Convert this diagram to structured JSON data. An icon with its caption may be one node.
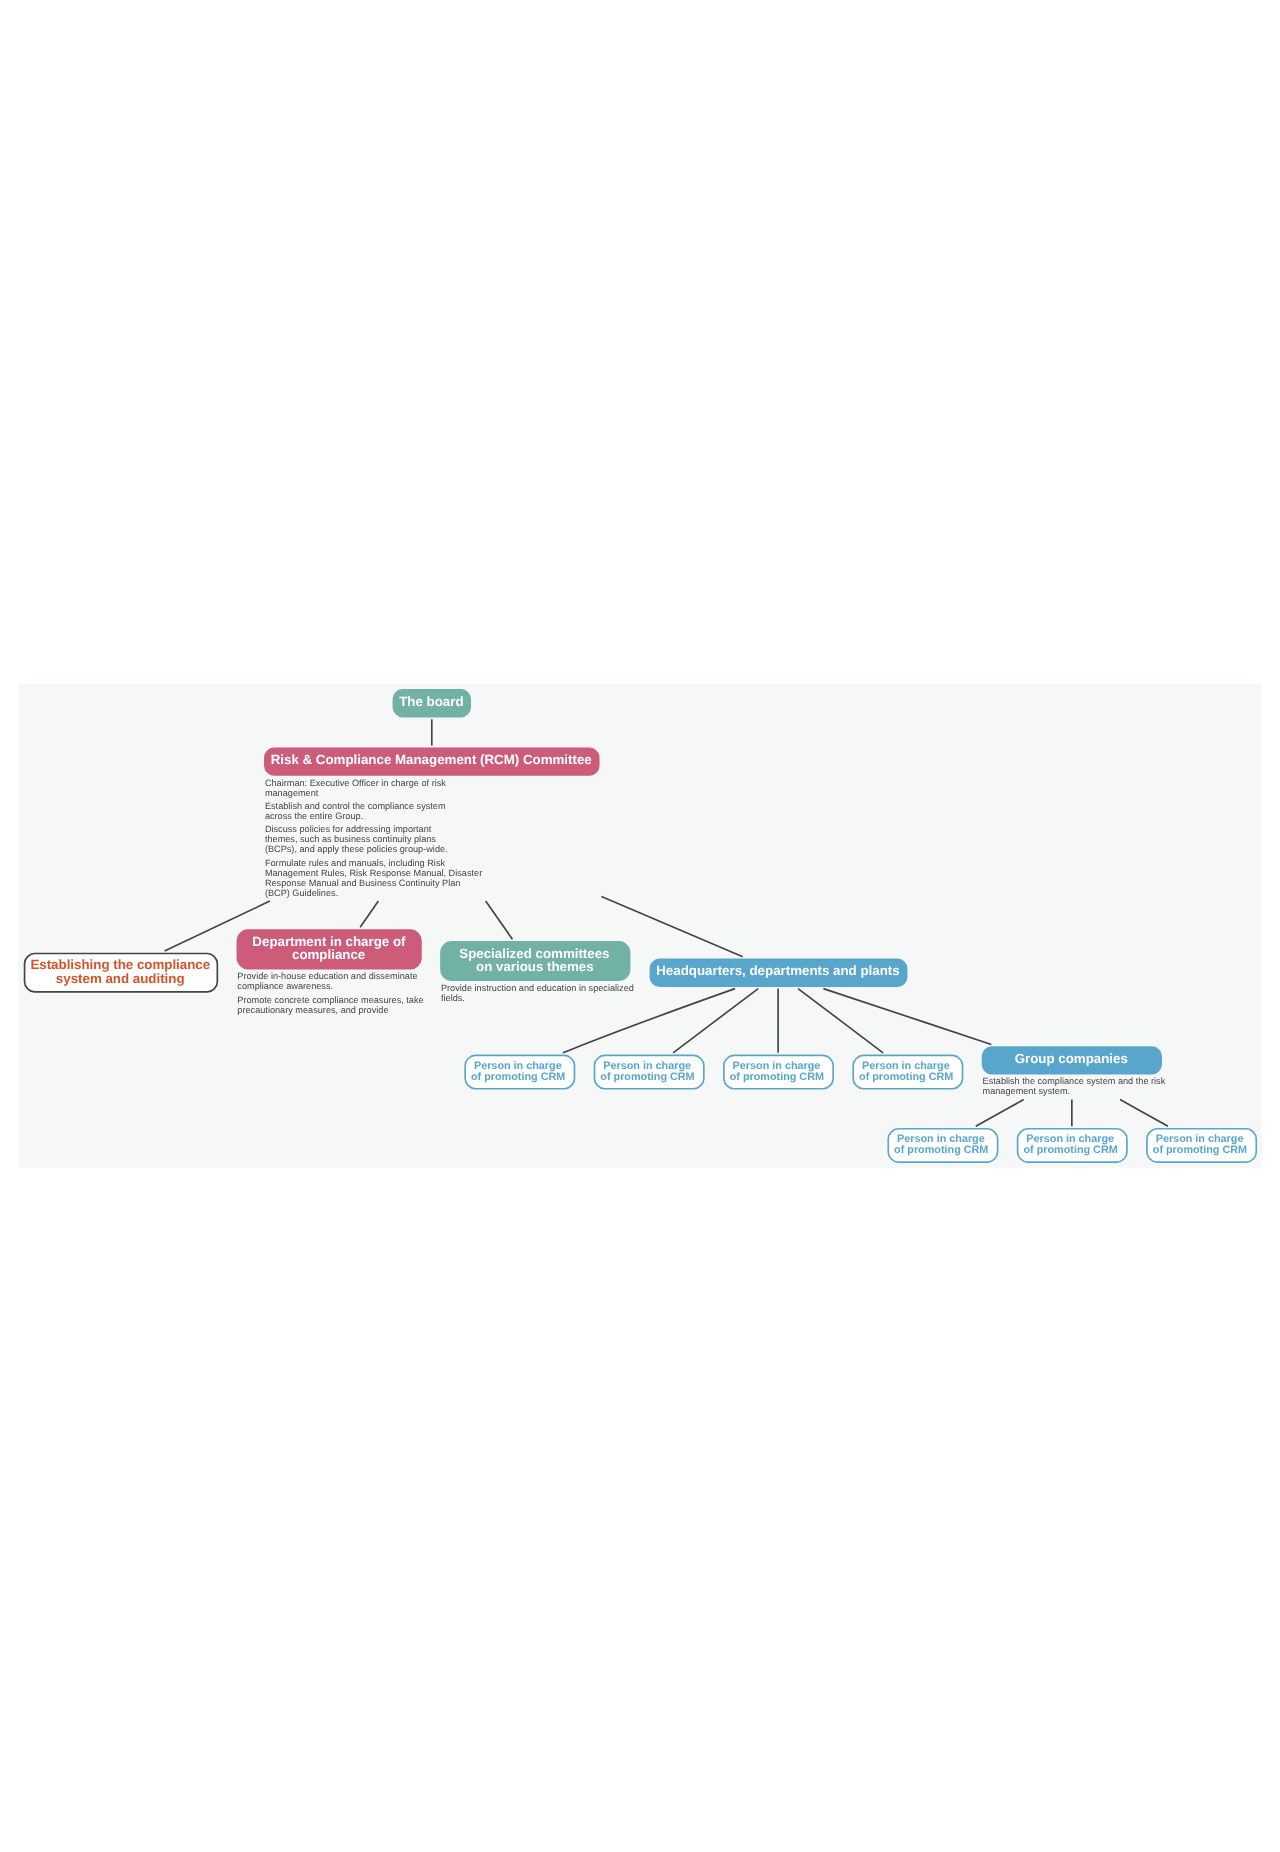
{
  "diagram": {
    "nodes": [
      {
        "text": [
          "The board"
        ]
      },
      {
        "text": [
          "Risk & Compliance Management (RCM) Committee"
        ],
        "beside": [
          "Chairman: Executive Officer in charge of risk management",
          "Establish and control the compliance system across the entire Group.",
          "Discuss policies for addressing important themes, such as business continuity plans (BCPs), and apply these policies group-wide.",
          "Formulate rules and manuals, including Risk Management Rules, Risk Response Manual, Disaster Response Manual and Business Continuity Plan (BCP) Guidelines."
        ]
      },
      {
        "text": [
          "Establishing the compliance system and auditing"
        ]
      },
      {
        "text": [
          "Department in charge of compliance"
        ],
        "beside": [
          "Provide in-house education and disseminate compliance awareness.",
          "Promote concrete compliance measures, take precautionary measures, and provide"
        ]
      },
      {
        "text": [
          "Specialized committees on various themes"
        ],
        "beside": [
          "Provide instruction and education in specialized fields."
        ]
      },
      {
        "text": [
          "Headquarters, departments and plants"
        ]
      },
      {
        "text": [
          "Person in charge of promoting CRM"
        ]
      },
      {
        "text": [
          "Person in charge of promoting CRM"
        ]
      },
      {
        "text": [
          "Person in charge of promoting CRM"
        ]
      },
      {
        "text": [
          "Person in charge of promoting CRM"
        ]
      },
      {
        "text": [
          "Group companies"
        ],
        "beside": [
          "Establish the compliance system and the risk management system."
        ]
      },
      {
        "text": [
          "Person in charge of promoting CRM"
        ]
      },
      {
        "text": [
          "Person in charge of promoting CRM"
        ]
      },
      {
        "text": [
          "Person in charge of promoting CRM"
        ]
      }
    ],
    "edges": [
      {
        "from": 0,
        "to": 1,
        "arrow": "none"
      },
      {
        "from": 1,
        "to": 2,
        "arrow": "none"
      },
      {
        "from": 1,
        "to": 3,
        "arrow": "none"
      },
      {
        "from": 1,
        "to": 4,
        "arrow": "none"
      },
      {
        "from": 1,
        "to": 5,
        "arrow": "none"
      },
      {
        "from": 5,
        "to": 6,
        "arrow": "none"
      },
      {
        "from": 5,
        "to": 7,
        "arrow": "none"
      },
      {
        "from": 5,
        "to": 8,
        "arrow": "none"
      },
      {
        "from": 5,
        "to": 9,
        "arrow": "none"
      },
      {
        "from": 5,
        "to": 10,
        "arrow": "none"
      },
      {
        "from": 10,
        "to": 11,
        "arrow": "none"
      },
      {
        "from": 10,
        "to": 12,
        "arrow": "none"
      },
      {
        "from": 10,
        "to": 13,
        "arrow": "none"
      }
    ]
  }
}
